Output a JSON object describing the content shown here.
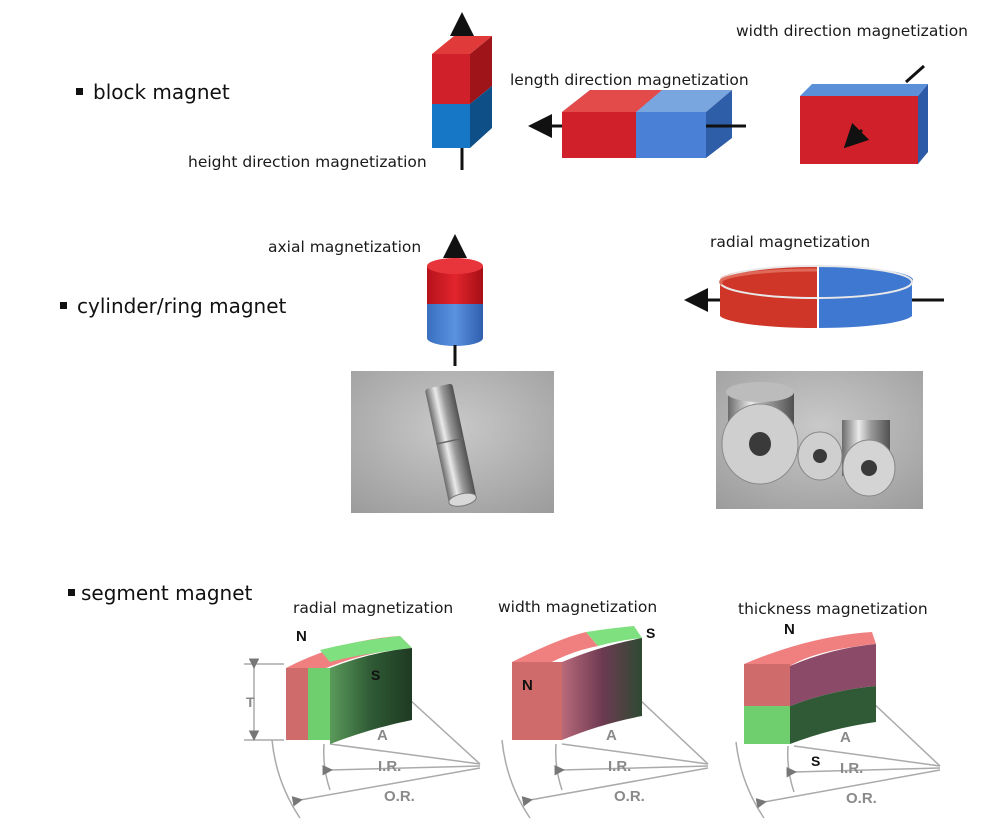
{
  "sections": {
    "block": "block magnet",
    "cylinder": "cylinder/ring magnet",
    "segment": "segment magnet"
  },
  "block_labels": {
    "height": "height direction magnetization",
    "length": "length direction magnetization",
    "width": "width direction magnetization"
  },
  "cylinder_labels": {
    "axial": "axial magnetization",
    "radial": "radial magnetization"
  },
  "segment_labels": {
    "radial": "radial magnetization",
    "width": "width magnetization",
    "thickness": "thickness magnetization"
  },
  "poles": {
    "north": "N",
    "south": "S"
  },
  "dimensions": {
    "thickness": "T",
    "angle": "A",
    "inner_radius": "I.R.",
    "outer_radius": "O.R."
  },
  "colors": {
    "north_red": "#d0202a",
    "south_blue": "#2b6fc2",
    "seg_red": "#cf6b6b",
    "seg_green": "#6fc96f"
  }
}
